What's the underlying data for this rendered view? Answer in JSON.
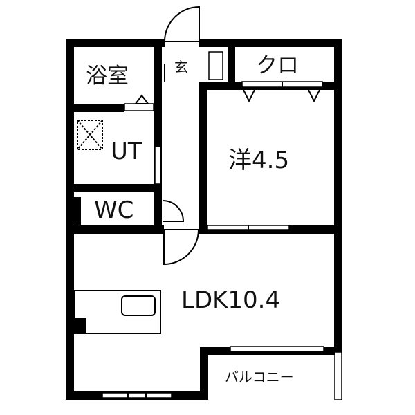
{
  "floorplan": {
    "rooms": {
      "bath": "浴室",
      "utility": "UT",
      "toilet": "WC",
      "entrance": "玄",
      "closet": "クロ",
      "western_room": "洋4.5",
      "ldk": "LDK10.4",
      "balcony": "バルコニー"
    },
    "colors": {
      "wall": "#000000",
      "background": "#ffffff"
    }
  }
}
